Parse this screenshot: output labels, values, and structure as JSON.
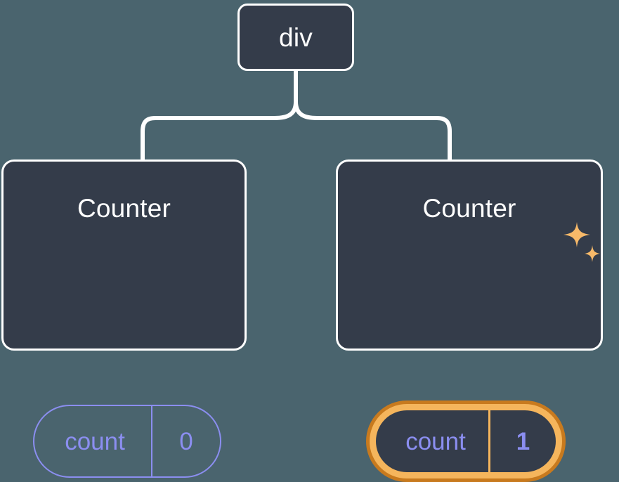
{
  "diagram": {
    "type": "component-tree",
    "background_color": "#4a646e",
    "node_fill_color": "#343c4a",
    "node_border_color": "#ffffff",
    "connector_color": "#ffffff",
    "state_color": "#8b8ef0",
    "highlight_outer_color": "#c87a1e",
    "highlight_inner_color": "#f5b55c",
    "sparkle_color": "#f7b969",
    "root": {
      "label": "div"
    },
    "children": [
      {
        "label": "Counter",
        "state": {
          "key": "count",
          "value": "0"
        },
        "highlighted": false
      },
      {
        "label": "Counter",
        "state": {
          "key": "count",
          "value": "1"
        },
        "highlighted": true,
        "sparkle_icons": [
          "sparkle-large-icon",
          "sparkle-small-icon"
        ]
      }
    ]
  }
}
